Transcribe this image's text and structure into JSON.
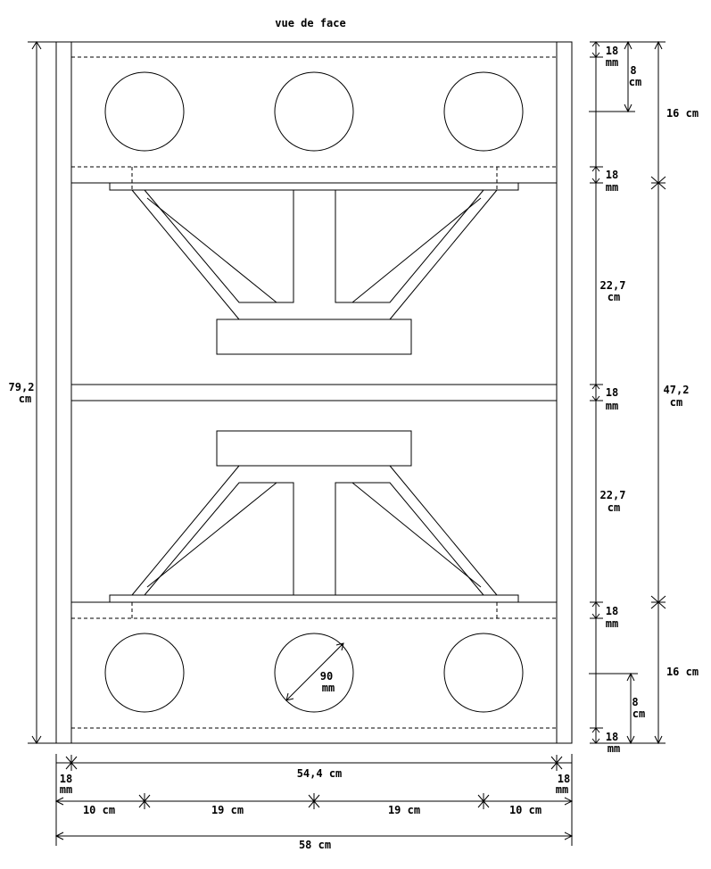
{
  "title": "vue de face",
  "labels": {
    "height_total_value": "79,2",
    "height_total_unit": "cm",
    "r18_1_value": "18",
    "r18_1_unit": "mm",
    "r8_top_value": "8",
    "r8_top_unit": "cm",
    "r16_top_value": "16 cm",
    "r18_2_value": "18",
    "r18_2_unit": "mm",
    "r227_top_value": "22,7",
    "r227_top_unit": "cm",
    "r18_3_value": "18",
    "r18_3_unit": "mm",
    "r472_value": "47,2",
    "r472_unit": "cm",
    "r227_bot_value": "22,7",
    "r227_bot_unit": "cm",
    "r18_4_value": "18",
    "r18_4_unit": "mm",
    "r16_bot_value": "16 cm",
    "r8_bot_value": "8",
    "r8_bot_unit": "cm",
    "r18_5_value": "18",
    "r18_5_unit": "mm",
    "hole_value": "90",
    "hole_unit": "mm",
    "w544_value": "54,4 cm",
    "wl18_value": "18",
    "wl18_unit": "mm",
    "wr18_value": "18",
    "wr18_unit": "mm",
    "w10a_value": "10 cm",
    "w19a_value": "19 cm",
    "w19b_value": "19 cm",
    "w10b_value": "10 cm",
    "w58_value": "58 cm"
  }
}
